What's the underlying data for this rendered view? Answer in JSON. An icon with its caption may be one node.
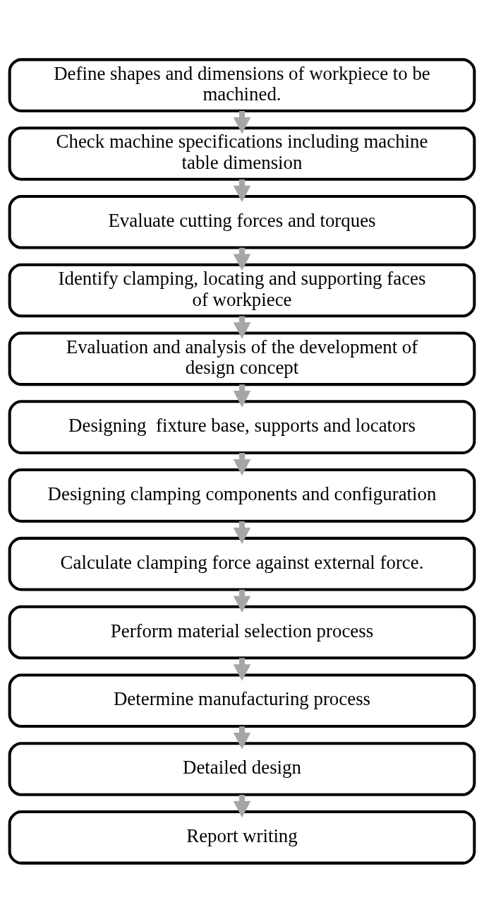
{
  "diagram": {
    "nodes": [
      {
        "text": [
          "Define shapes and dimensions of workpiece to be machined."
        ]
      },
      {
        "text": [
          "Check machine specifications including machine table dimension"
        ]
      },
      {
        "text": [
          "Evaluate cutting forces and torques"
        ]
      },
      {
        "text": [
          "Identify clamping, locating and supporting faces of workpiece"
        ]
      },
      {
        "text": [
          "Evaluation and analysis of the development of design concept"
        ]
      },
      {
        "text": [
          "Designing  fixture base, supports and locators"
        ]
      },
      {
        "text": [
          "Designing clamping components and configuration"
        ]
      },
      {
        "text": [
          "Calculate clamping force against external force."
        ]
      },
      {
        "text": [
          "Perform material selection process"
        ]
      },
      {
        "text": [
          "Determine manufacturing process"
        ]
      },
      {
        "text": [
          "Detailed design"
        ]
      },
      {
        "text": [
          "Report writing"
        ]
      }
    ],
    "edges": [
      {
        "from": 0,
        "to": 1,
        "arrow": "to"
      },
      {
        "from": 1,
        "to": 2,
        "arrow": "to"
      },
      {
        "from": 2,
        "to": 3,
        "arrow": "to"
      },
      {
        "from": 3,
        "to": 4,
        "arrow": "to"
      },
      {
        "from": 4,
        "to": 5,
        "arrow": "to"
      },
      {
        "from": 5,
        "to": 6,
        "arrow": "to"
      },
      {
        "from": 6,
        "to": 7,
        "arrow": "to"
      },
      {
        "from": 7,
        "to": 8,
        "arrow": "to"
      },
      {
        "from": 8,
        "to": 9,
        "arrow": "to"
      },
      {
        "from": 9,
        "to": 10,
        "arrow": "to"
      },
      {
        "from": 10,
        "to": 11,
        "arrow": "to"
      }
    ]
  }
}
